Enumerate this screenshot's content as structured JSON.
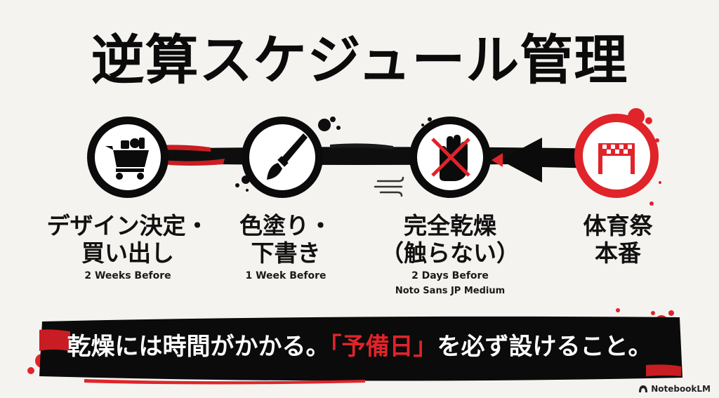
{
  "title": "逆算スケジュール管理",
  "steps": [
    {
      "line1": "デザイン決定・",
      "line2": "買い出し",
      "sub": "2 Weeks Before",
      "icon": "shopping-cart-icon"
    },
    {
      "line1": "色塗り・",
      "line2": "下書き",
      "sub": "1 Week Before",
      "icon": "paintbrush-icon"
    },
    {
      "line1": "完全乾燥",
      "line2": "（触らない）",
      "sub": "2 Days Before",
      "sub2": "Noto Sans JP Medium",
      "icon": "no-touch-hand-icon"
    },
    {
      "line1": "体育祭",
      "line2": "本番",
      "icon": "finish-line-icon"
    }
  ],
  "banner": {
    "before": "乾燥には時間がかかる。",
    "highlight": "「予備日」",
    "after": "を必ず設けること。"
  },
  "logo": {
    "text": "NotebookLM",
    "icon": "notebooklm-icon"
  },
  "colors": {
    "red": "#e0242a",
    "black": "#0b0b0b",
    "background": "#f4f3f0"
  }
}
